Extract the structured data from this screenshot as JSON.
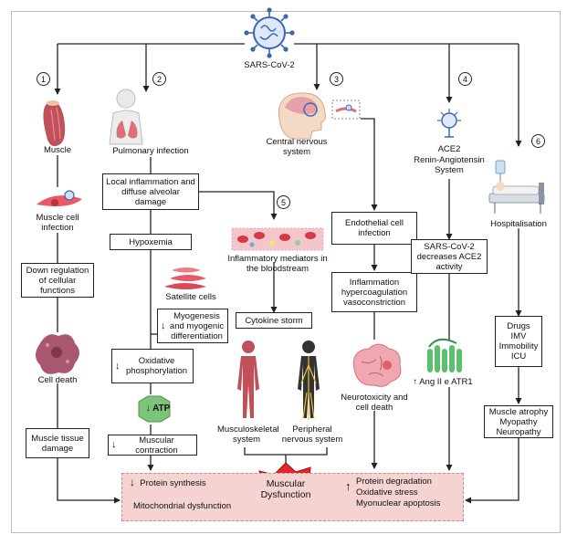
{
  "virus_label": "SARS-CoV-2",
  "numbers": [
    "1",
    "2",
    "3",
    "4",
    "5",
    "6"
  ],
  "col1": {
    "title": "Muscle",
    "infection": "Muscle cell infection",
    "downreg": "Down regulation of cellular functions",
    "death": "Cell death",
    "damage": "Muscle tissue damage"
  },
  "col2": {
    "title": "Pulmonary infection",
    "inflammation": "Local inflammation and diffuse alveolar damage",
    "hypoxemia": "Hypoxemia",
    "satellite": "Satellite cells",
    "myogenesis": "Myogenesis and myogenic differentiation",
    "oxidative": "Oxidative phosphorylation",
    "atp": "ATP",
    "contraction": "Muscular contraction"
  },
  "col3": {
    "mediators": "Inflammatory mediators in the bloodstream",
    "storm": "Cytokine storm",
    "musculo": "Musculoskeletal system",
    "peripheral": "Peripheral nervous system"
  },
  "col4": {
    "cns": "Central nervous system",
    "endothelial": "Endothelial cell infection",
    "inflam": "Inflammation hypercoagulation vasoconstriction",
    "neuro": "Neurotoxicity and cell death"
  },
  "col5": {
    "ace2": "ACE2",
    "ras": "Renin-Angiotensin System",
    "decrease": "SARS-CoV-2 decreases ACE2 activity",
    "ang": "Ang II e ATR1"
  },
  "col6": {
    "hospital": "Hospitalisation",
    "drugs": [
      "Drugs",
      "IMV",
      "Immobility",
      "ICU"
    ],
    "atrophy": [
      "Muscle atrophy",
      "Myopathy",
      "Neuropathy"
    ]
  },
  "bottom": {
    "center": [
      "Muscular",
      "Dysfunction"
    ],
    "left1": "Protein synthesis",
    "left2": "Mitochondrial dysfunction",
    "right1": "Protein degradation",
    "right2": "Oxidative stress",
    "right3": "Myonuclear apoptosis"
  },
  "colors": {
    "virus": "#3a68b4",
    "muscle": "#c0505a",
    "atp": "#7cc47a",
    "burst": "#e8262a",
    "panel": "#f6d3d3",
    "receptor": "#5cbf6d"
  }
}
